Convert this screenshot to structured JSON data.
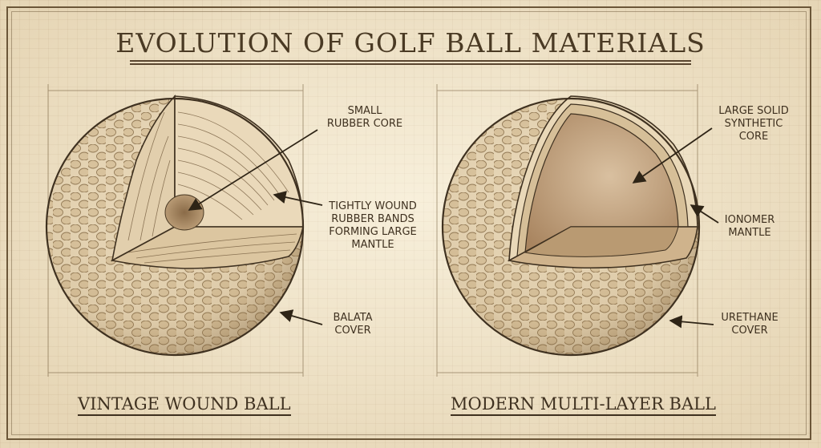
{
  "title": "EVOLUTION OF GOLF BALL MATERIALS",
  "balls": [
    {
      "caption": "VINTAGE WOUND BALL",
      "labels": {
        "core": "SMALL\nRUBBER CORE",
        "mantle": "TIGHTLY WOUND\nRUBBER BANDS\nFORMING LARGE\nMANTLE",
        "cover": "BALATA\nCOVER"
      }
    },
    {
      "caption": "MODERN MULTI-LAYER BALL",
      "labels": {
        "core": "LARGE SOLID\nSYNTHETIC\nCORE",
        "mantle": "IONOMER\nMANTLE",
        "cover": "URETHANE\nCOVER"
      }
    }
  ],
  "colors": {
    "ink": "#3f3120",
    "paper": "#efe3c8",
    "ball": "#e6d5b5",
    "core_tan": "#c9a983"
  }
}
